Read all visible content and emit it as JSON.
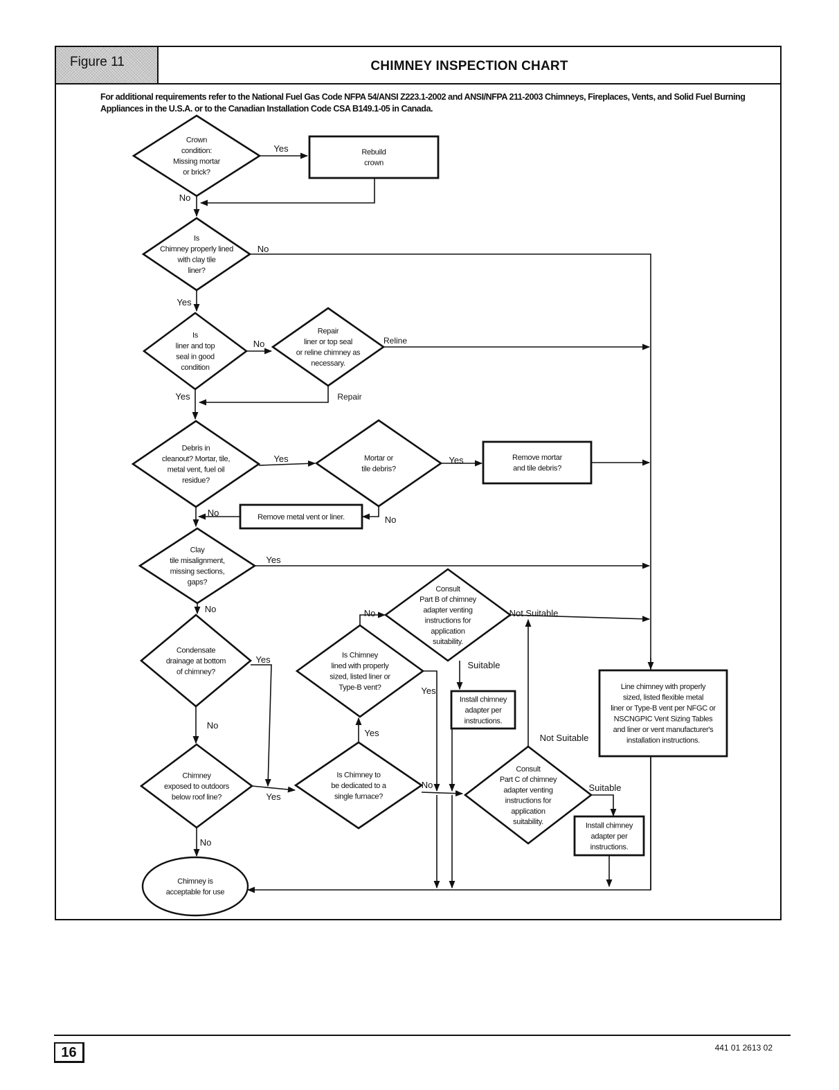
{
  "header": {
    "figure_label": "Figure 11",
    "title": "CHIMNEY INSPECTION CHART"
  },
  "intro": "For additional requirements refer to the National Fuel Gas Code NFPA 54/ANSI Z223.1-2002 and ANSI/NFPA 211-2003 Chimneys, Fireplaces, Vents, and Solid Fuel Burning Appliances in the U.S.A. or to the Canadian Installation Code CSA B149.1-05 in Canada.",
  "nodes": {
    "crown": {
      "type": "decision",
      "lines": [
        "Crown",
        "condition:",
        "Missing mortar",
        "or brick?"
      ]
    },
    "rebuild": {
      "type": "process",
      "lines": [
        "Rebuild",
        "crown"
      ]
    },
    "lined": {
      "type": "decision",
      "lines": [
        "Is",
        "Chimney properly lined",
        "with clay tile",
        "liner?"
      ]
    },
    "liner_good": {
      "type": "decision",
      "lines": [
        "Is",
        "liner and top",
        "seal in good",
        "condition"
      ]
    },
    "repair": {
      "type": "decision",
      "lines": [
        "Repair",
        "liner or top seal",
        "or reline chimney as",
        "necessary."
      ]
    },
    "debris": {
      "type": "decision",
      "lines": [
        "Debris in",
        "cleanout? Mortar, tile,",
        "metal vent, fuel oil",
        "residue?"
      ]
    },
    "mortar": {
      "type": "decision",
      "lines": [
        "Mortar or",
        "tile debris?"
      ]
    },
    "remove_mortar": {
      "type": "process",
      "lines": [
        "Remove mortar",
        "and tile debris?"
      ]
    },
    "remove_vent": {
      "type": "process",
      "lines": [
        "Remove metal vent or liner."
      ]
    },
    "clay": {
      "type": "decision",
      "lines": [
        "Clay",
        "tile misalignment,",
        "missing sections,",
        "gaps?"
      ]
    },
    "condensate": {
      "type": "decision",
      "lines": [
        "Condensate",
        "drainage at bottom",
        "of chimney?"
      ]
    },
    "exposed": {
      "type": "decision",
      "lines": [
        "Chimney",
        "exposed to outdoors",
        "below roof line?"
      ]
    },
    "acceptable": {
      "type": "terminal",
      "lines": [
        "Chimney is",
        "acceptable for use"
      ]
    },
    "dedicated": {
      "type": "decision",
      "lines": [
        "Is Chimney to",
        "be dedicated to a",
        "single furnace?"
      ]
    },
    "listed": {
      "type": "decision",
      "lines": [
        "Is Chimney",
        "lined with properly",
        "sized, listed liner or",
        "Type-B vent?"
      ]
    },
    "partb": {
      "type": "decision",
      "lines": [
        "Consult",
        "Part B of chimney",
        "adapter venting",
        "instructions for",
        "application",
        "suitability."
      ]
    },
    "install_b": {
      "type": "process",
      "lines": [
        "Install chimney",
        "adapter per",
        "instructions."
      ]
    },
    "partc": {
      "type": "decision",
      "lines": [
        "Consult",
        "Part C of chimney",
        "adapter venting",
        "instructions for",
        "application",
        "suitability."
      ]
    },
    "install_c": {
      "type": "process",
      "lines": [
        "Install chimney",
        "adapter per",
        "instructions."
      ]
    },
    "line_chimney": {
      "type": "process",
      "lines": [
        "Line chimney with properly",
        "sized, listed flexible metal",
        "liner or Type-B vent per NFGC or",
        "NSCNGPIC Vent Sizing Tables",
        "and liner or vent manufacturer's",
        "installation instructions."
      ]
    }
  },
  "edge_labels": {
    "crown_yes": "Yes",
    "crown_no": "No",
    "lined_no": "No",
    "lined_yes": "Yes",
    "liner_no": "No",
    "liner_yes": "Yes",
    "reline": "Reline",
    "repair": "Repair",
    "debris_yes": "Yes",
    "debris_no": "No",
    "mortar_yes": "Yes",
    "mortar_no": "No",
    "clay_yes": "Yes",
    "clay_no": "No",
    "cond_yes": "Yes",
    "cond_no": "No",
    "exposed_yes": "Yes",
    "exposed_no": "No",
    "dedicated_yes": "Yes",
    "dedicated_no": "No",
    "listed_no": "No",
    "listed_yes": "Yes",
    "partb_not": "Not Suitable",
    "partb_suit": "Suitable",
    "partc_not": "Not Suitable",
    "partc_suit": "Suitable"
  },
  "footer": {
    "page_number": "16",
    "doc_number": "441 01 2613 02"
  }
}
